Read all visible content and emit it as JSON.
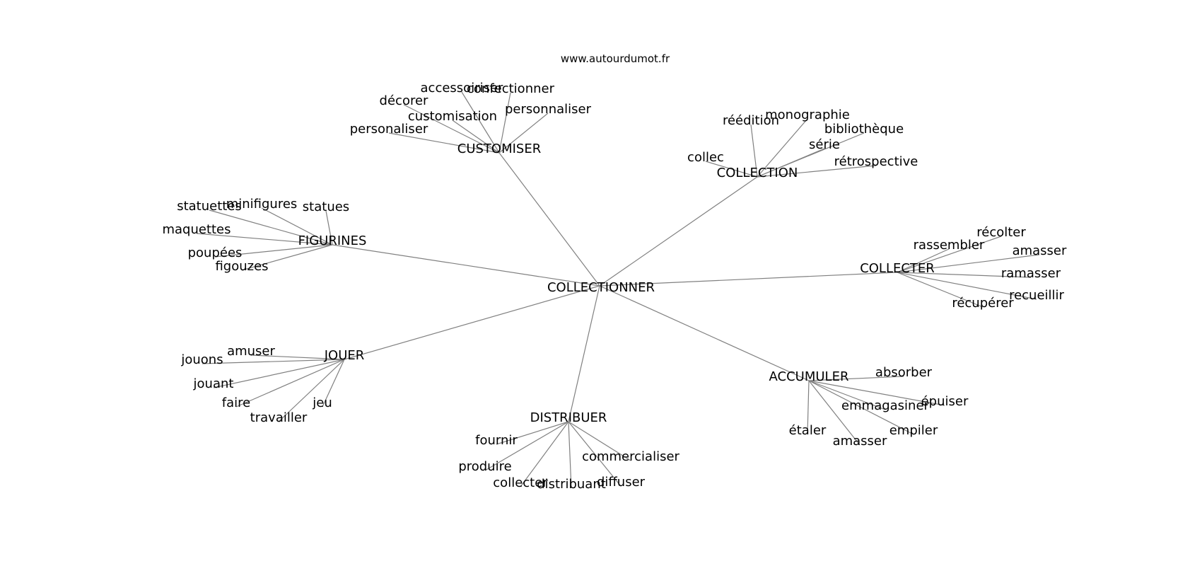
{
  "source": "www.autourdumot.fr",
  "center": "COLLECTIONNER",
  "groups": [
    {
      "label": "CUSTOMISER",
      "words": [
        "accessoiriser",
        "confectionner",
        "décorer",
        "personnaliser",
        "customisation",
        "personaliser"
      ]
    },
    {
      "label": "COLLECTION",
      "words": [
        "réédition",
        "monographie",
        "bibliothèque",
        "série",
        "collec",
        "rétrospective"
      ]
    },
    {
      "label": "FIGURINES",
      "words": [
        "statuettes",
        "minifigures",
        "statues",
        "maquettes",
        "poupées",
        "figouzes"
      ]
    },
    {
      "label": "COLLECTER",
      "words": [
        "récolter",
        "rassembler",
        "amasser",
        "ramasser",
        "recueillir",
        "récupérer"
      ]
    },
    {
      "label": "JOUER",
      "words": [
        "amuser",
        "jouons",
        "jouant",
        "faire",
        "jeu",
        "travailler"
      ]
    },
    {
      "label": "ACCUMULER",
      "words": [
        "absorber",
        "épuiser",
        "emmagasiner",
        "empiler",
        "étaler",
        "amasser"
      ]
    },
    {
      "label": "DISTRIBUER",
      "words": [
        "fournir",
        "commercialiser",
        "produire",
        "diffuser",
        "collecter",
        "distribuant"
      ]
    }
  ]
}
